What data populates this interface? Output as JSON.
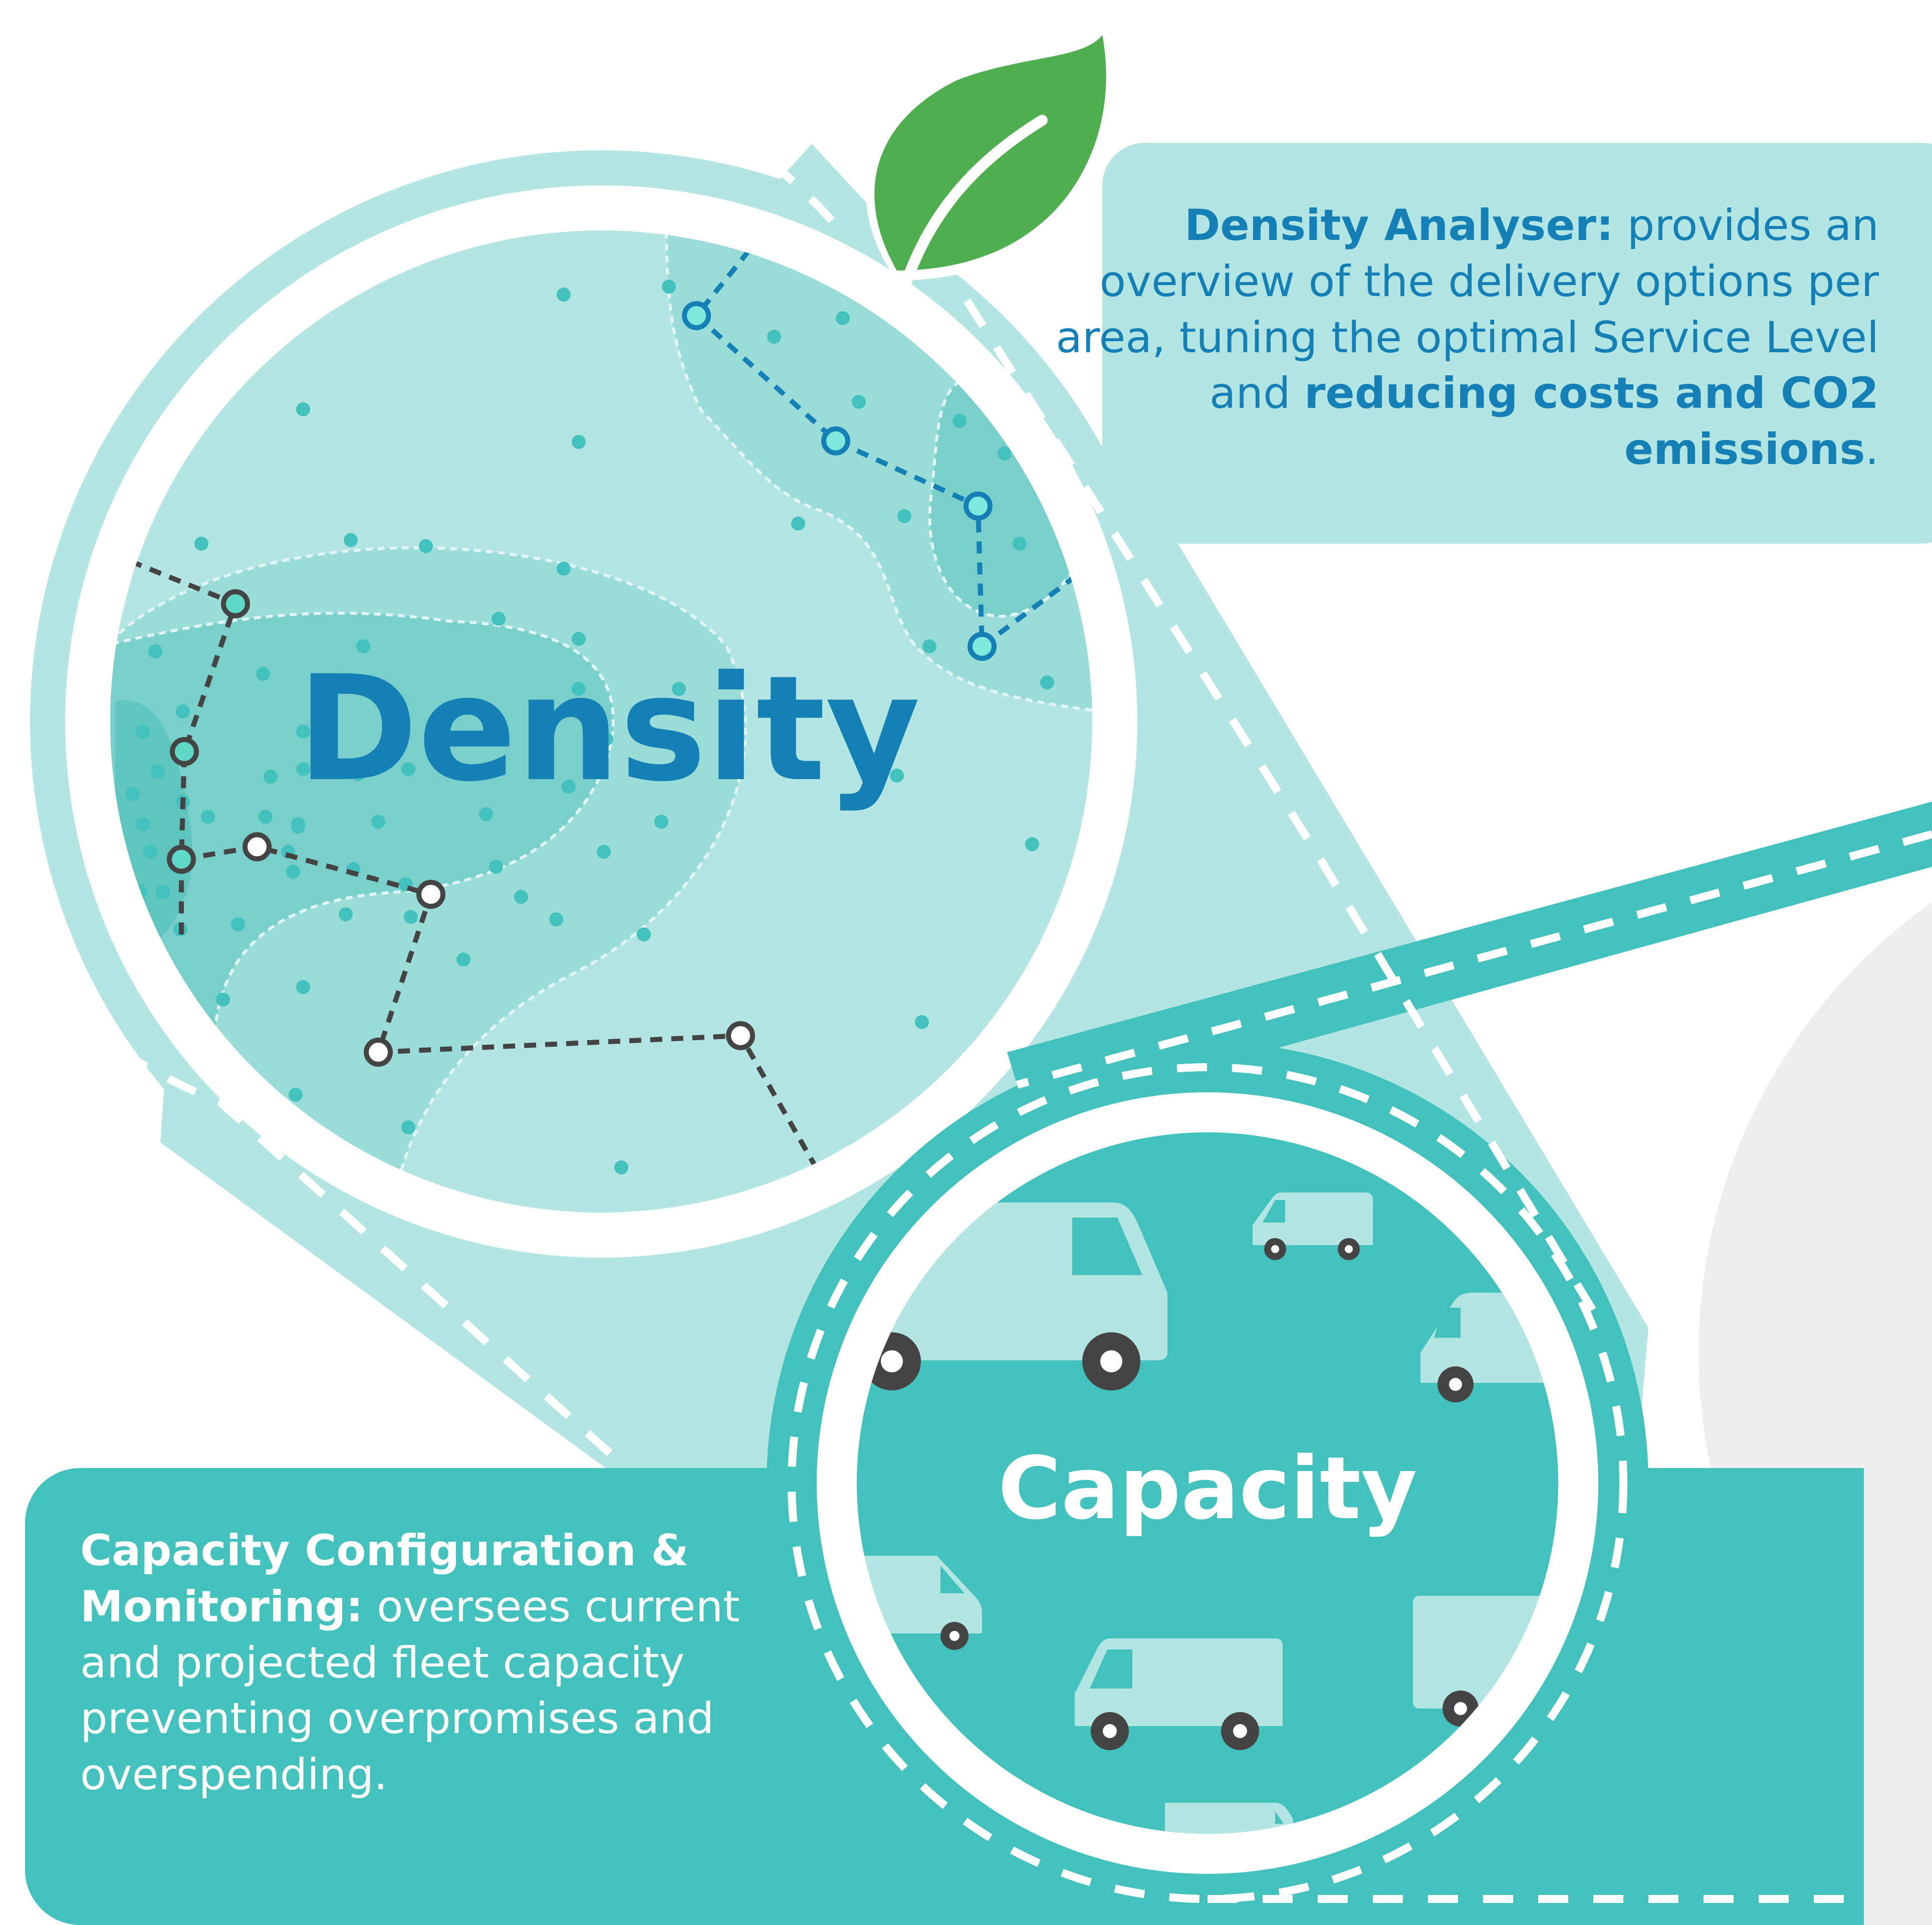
{
  "density": {
    "circle_title": "Density",
    "description_bold": "Density Analyser:",
    "description_part1": " provides an overview of the delivery options per area, tuning the optimal Service Level and ",
    "description_bold2": "reducing costs and CO2 emissions",
    "description_end": "."
  },
  "capacity": {
    "circle_title": "Capacity",
    "description_bold": "Capacity Configuration & Monitoring:",
    "description_part1": " oversees current and projected fleet capacity preventing overpromises and overspending."
  },
  "colors": {
    "light_teal": "#b3e5e3",
    "teal": "#43c1bc",
    "dark_blue": "#1580b5",
    "leaf_green": "#4fae4e",
    "grey": "#eeeeee",
    "path_dark": "#444444"
  },
  "icons": [
    "leaf-icon",
    "van-icon",
    "route-node-icon"
  ]
}
